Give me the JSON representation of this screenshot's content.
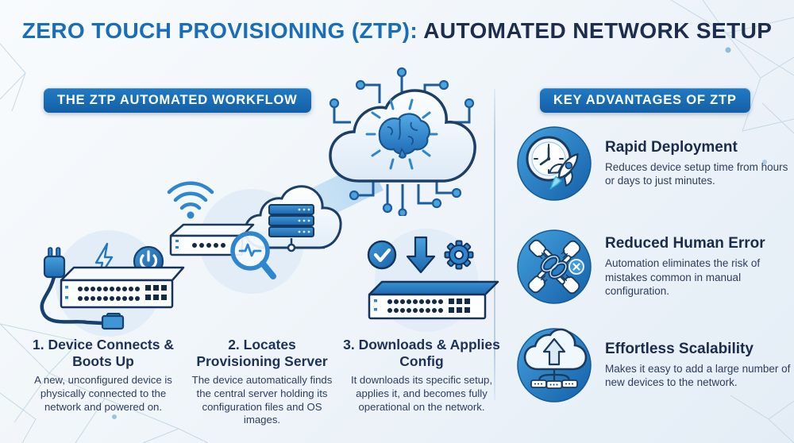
{
  "title": {
    "part1": "ZERO TOUCH PROVISIONING (ZTP):",
    "part2": " AUTOMATED NETWORK SETUP"
  },
  "workflow": {
    "header": "THE ZTP AUTOMATED WORKFLOW",
    "central_icon": "cloud-brain-icon",
    "steps": [
      {
        "title": "1. Device Connects & Boots Up",
        "description": "A new, unconfigured device is physically connected to the network and powered on.",
        "icon": "device-power-boot-icon"
      },
      {
        "title": "2. Locates Provisioning Server",
        "description": "The device automatically finds the central server holding its configuration files and OS images.",
        "icon": "switch-search-cloud-server-icon"
      },
      {
        "title": "3. Downloads & Applies Config",
        "description": "It downloads its specific setup, applies it, and becomes fully operational on the network.",
        "icon": "download-config-switch-icon"
      }
    ]
  },
  "advantages": {
    "header": "KEY ADVANTAGES OF ZTP",
    "items": [
      {
        "title": "Rapid Deployment",
        "description": "Reduces device setup time from hours or days to just minutes.",
        "icon": "clock-rocket-icon"
      },
      {
        "title": "Reduced Human Error",
        "description": "Automation eliminates the risk of mistakes common in manual configuration.",
        "icon": "hands-chain-icon"
      },
      {
        "title": "Effortless Scalability",
        "description": "Makes it easy to add a large number of new devices to the network.",
        "icon": "cloud-upload-devices-icon"
      }
    ]
  },
  "colors": {
    "title_blue": "#1a6db8",
    "title_navy": "#1c2d4d",
    "badge_blue": "#1765ae",
    "icon_circle_blue": "#2580c3",
    "outline_navy": "#1c3a5e",
    "light_circle_bg": "#e0ecf7",
    "background": "#eef4f9",
    "divider": "#b9cfe1"
  }
}
